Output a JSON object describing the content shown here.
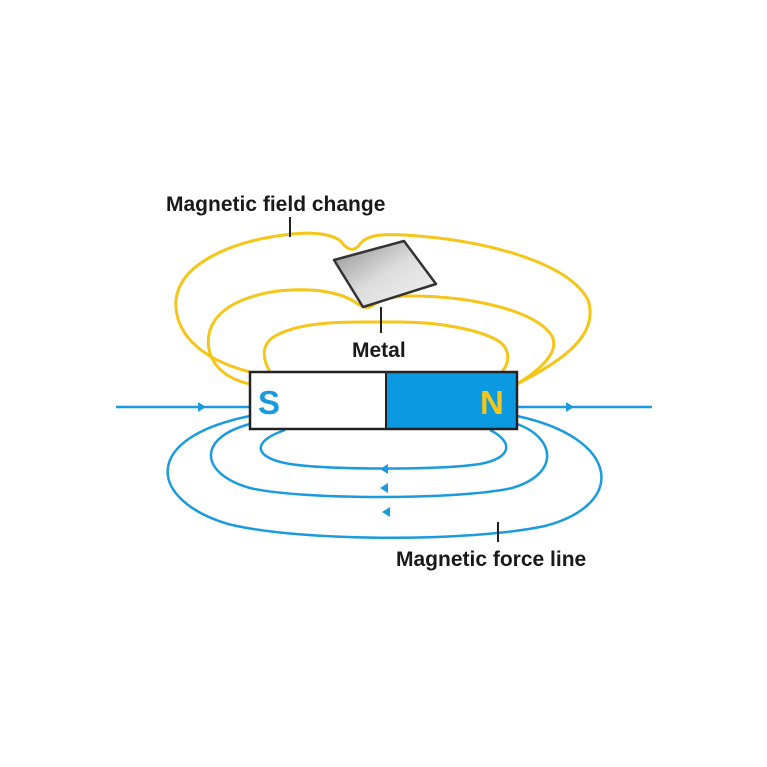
{
  "labels": {
    "field_change": "Magnetic field change",
    "metal": "Metal",
    "force_line": "Magnetic force line"
  },
  "magnet": {
    "south_label": "S",
    "north_label": "N"
  },
  "colors": {
    "field_line_yellow": "#f5c518",
    "force_line_blue": "#1a9be0",
    "magnet_north_fill": "#0b9ae2",
    "north_letter": "#f5c518",
    "south_letter": "#1a9be0",
    "magnet_outline": "#222222",
    "metal_fill": "#c9c9c9",
    "leader_line": "#222222"
  },
  "icons": [
    "arrow-right-icon",
    "arrow-left-icon"
  ]
}
